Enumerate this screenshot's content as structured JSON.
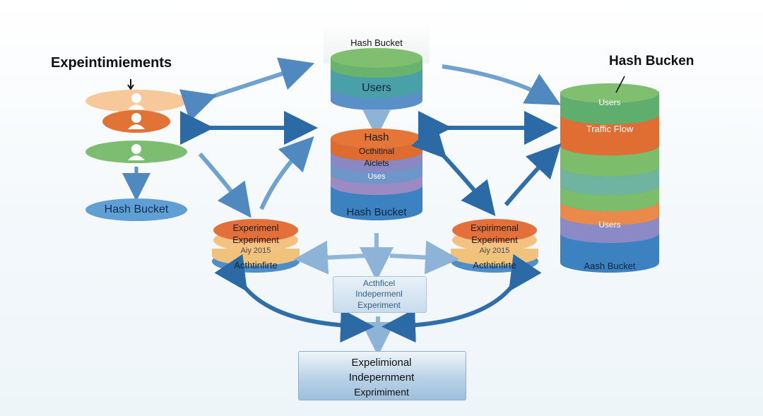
{
  "left": {
    "title": "Expeintimiements",
    "bottom_label": "Hash Bucket"
  },
  "center_top": {
    "title": "Hash Bucket",
    "label": "Users"
  },
  "center_mid": {
    "line1": "Hash",
    "line2": "Octhitinal",
    "line3": "Aiclets",
    "line4": "Uses",
    "bottom_label": "Hash Bucket"
  },
  "right": {
    "title": "Hash Bucken",
    "top_label": "Users",
    "flow_label": "Traffic Flow",
    "mid_label": "Users",
    "bottom_label": "Aash Bucket"
  },
  "left_exp": {
    "line1": "Experimenl",
    "line2": "Experiment",
    "line3": "Aiy 2015",
    "bottom": "Acthtinfirte"
  },
  "right_exp": {
    "line1": "Expirimenal",
    "line2": "Experiment",
    "line3": "Aiy 2015",
    "bottom": "Acthtinfirte"
  },
  "center_box": {
    "line1": "Acthficel",
    "line2": "Indepermenl",
    "line3": "Experiment"
  },
  "bottom_box": {
    "line1": "Expelimional",
    "line2": "Indepernment",
    "line3": "Exprimiment"
  },
  "colors": {
    "arrow": "#5b93c6",
    "arrow_light": "#8fb6d8",
    "arrow_dark": "#2f6fa9",
    "orange": "#e3743a",
    "green": "#7fbf72",
    "blue": "#3a7dbb",
    "purple": "#8a86c2",
    "teal": "#4aa7a1"
  }
}
